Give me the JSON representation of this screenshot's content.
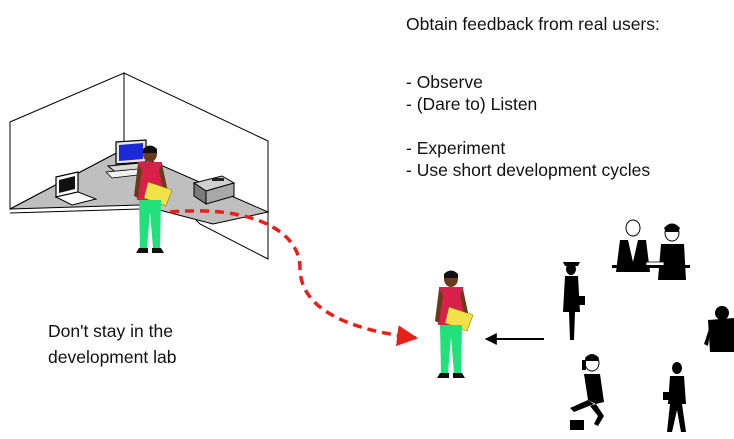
{
  "heading": "Obtain feedback from real users:",
  "bullets": [
    "- Observe",
    "- (Dare to) Listen",
    "- Experiment",
    "- Use short development cycles"
  ],
  "caption": {
    "line1": "Don't stay in the",
    "line2": "development lab"
  },
  "colors": {
    "arrow_dashed": "#e8201a",
    "shirt": "#d8204a",
    "pants": "#22e07a",
    "folder": "#f2e24a",
    "monitor_screen": "#1a2ad8",
    "desk": "#bfbfbf",
    "silhouette": "#000000"
  }
}
